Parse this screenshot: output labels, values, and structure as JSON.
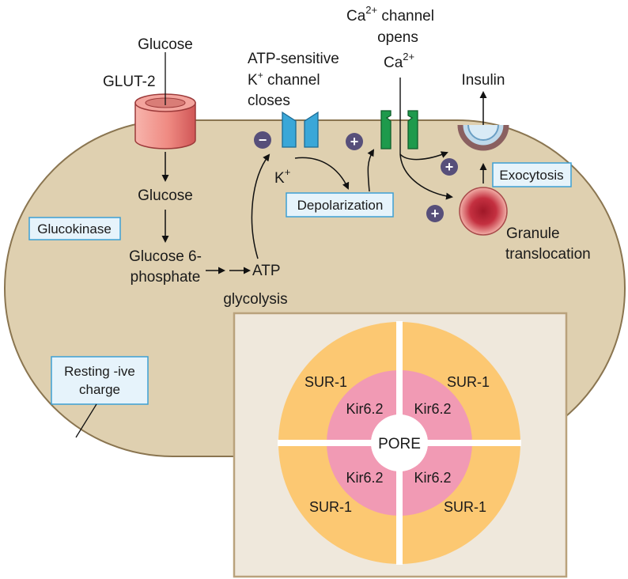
{
  "labels": {
    "glucose_top": "Glucose",
    "glut2": "GLUT-2",
    "glucose_inside": "Glucose",
    "glucokinase": "Glucokinase",
    "g6p_line1": "Glucose 6-",
    "g6p_line2": "phosphate",
    "atp": "ATP",
    "glycolysis": "glycolysis",
    "katp_line1": "ATP-sensitive",
    "katp_line2_k": "K",
    "katp_line2_sup": "+",
    "katp_line2_rest": " channel",
    "katp_line3": "closes",
    "k_ion": "K",
    "k_ion_sup": "+",
    "depolarization": "Depolarization",
    "ca_channel_ca": "Ca",
    "ca_channel_sup": "2+",
    "ca_channel_rest": " channel",
    "ca_channel_line2": "opens",
    "ca_ion": "Ca",
    "ca_ion_sup": "2+",
    "insulin": "Insulin",
    "exocytosis": "Exocytosis",
    "granule_line1": "Granule",
    "granule_line2": "translocation",
    "resting_line1": "Resting -ive",
    "resting_line2": "charge"
  },
  "signs": {
    "minus": "−",
    "plus": "+"
  },
  "inset": {
    "sur": [
      "SUR-1",
      "SUR-1",
      "SUR-1",
      "SUR-1"
    ],
    "kir": [
      "Kir6.2",
      "Kir6.2",
      "Kir6.2",
      "Kir6.2"
    ],
    "pore": "PORE"
  },
  "colors": {
    "cell_fill": "#dfd0b0",
    "cell_stroke": "#8a7550",
    "inset_bg": "#efe8dc",
    "sur_ring": "#fcc872",
    "kir_ring": "#f19ab4",
    "katp_channel": "#3aa7d8",
    "ca_channel": "#1e9a4c",
    "glut_channel": "#e06a6a",
    "granule": "#c23040",
    "sign_circle": "#574f7a",
    "label_box_fill": "#e6f3fb",
    "label_box_stroke": "#3da0d4"
  }
}
